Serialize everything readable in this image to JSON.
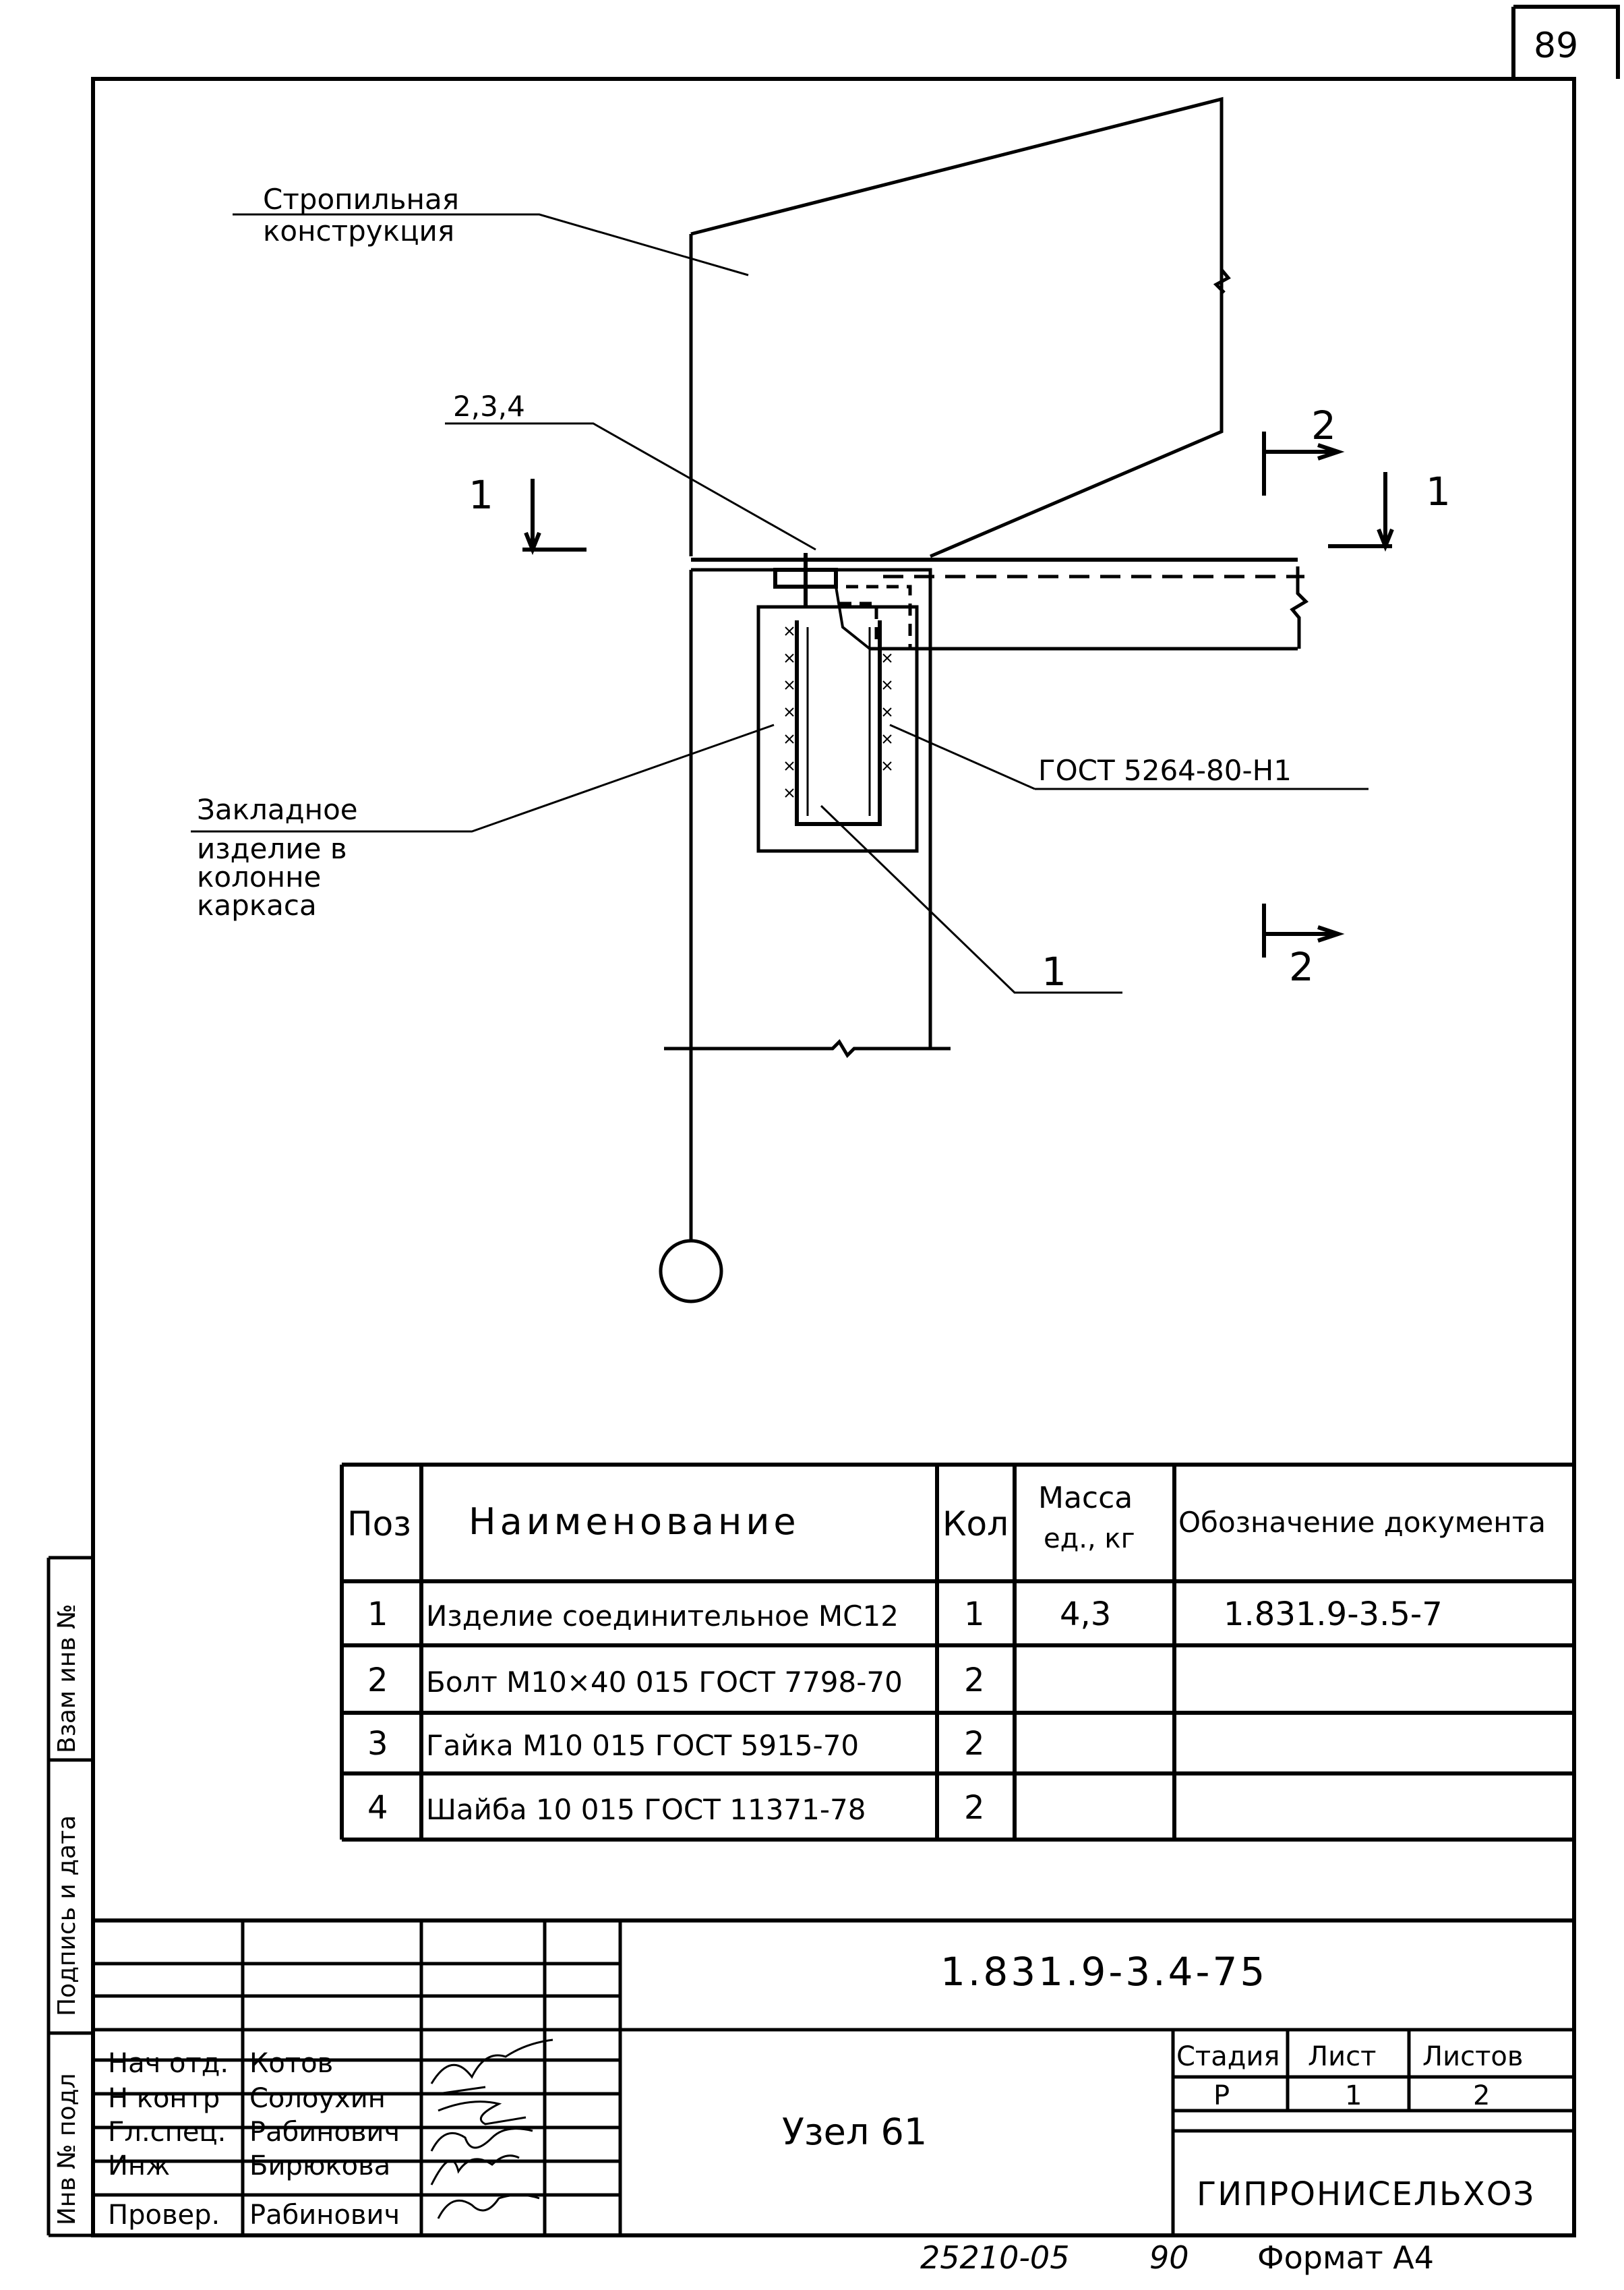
{
  "page_number": "89",
  "drawing": {
    "label_rafter": [
      "Стропильная",
      "конструкция"
    ],
    "label_parts_ref": "2,3,4",
    "label_embedded": [
      "Закладное",
      "изделие в",
      "колонне",
      "каркаса"
    ],
    "label_weld": "ГОСТ 5264-80-Н1",
    "label_pos1": "1",
    "section_1_left": "1",
    "section_1_right": "1",
    "section_2_top": "2",
    "section_2_bottom": "2"
  },
  "spec_table": {
    "headers": {
      "pos": "Поз",
      "name": "Наименование",
      "qty": "Кол",
      "mass": [
        "Масса",
        "ед., кг"
      ],
      "doc": "Обозначение документа"
    },
    "rows": [
      {
        "pos": "1",
        "name": "Изделие соединительное МС12",
        "qty": "1",
        "mass": "4,3",
        "doc": "1.831.9-3.5-7"
      },
      {
        "pos": "2",
        "name": "Болт М10×40 015 ГОСТ 7798-70",
        "qty": "2",
        "mass": "",
        "doc": ""
      },
      {
        "pos": "3",
        "name": "Гайка М10 015 ГОСТ 5915-70",
        "qty": "2",
        "mass": "",
        "doc": ""
      },
      {
        "pos": "4",
        "name": "Шайба 10 015 ГОСТ 11371-78",
        "qty": "2",
        "mass": "",
        "doc": ""
      }
    ]
  },
  "title_block": {
    "designation": "1.831.9-3.4-75",
    "title": "Узел 61",
    "organization": "ГИПРОНИСЕЛЬХОЗ",
    "stage_label": "Стадия",
    "sheet_label": "Лист",
    "sheets_label": "Листов",
    "stage": "Р",
    "sheet": "1",
    "sheets": "2",
    "signatures": [
      {
        "role": "Нач отд.",
        "name": "Котов"
      },
      {
        "role": "Н контр",
        "name": "Солоухин"
      },
      {
        "role": "Гл.спец.",
        "name": "Рабинович"
      },
      {
        "role": "Инж",
        "name": "Бирюкова"
      },
      {
        "role": "Провер.",
        "name": "Рабинович"
      }
    ]
  },
  "side_stamp": {
    "inv_orig": "Инв № подл",
    "sign_date": "Подпись и дата",
    "repl_inv": "Взам инв №"
  },
  "footer": {
    "code": "25210-05",
    "year": "90",
    "format": "Формат А4"
  }
}
